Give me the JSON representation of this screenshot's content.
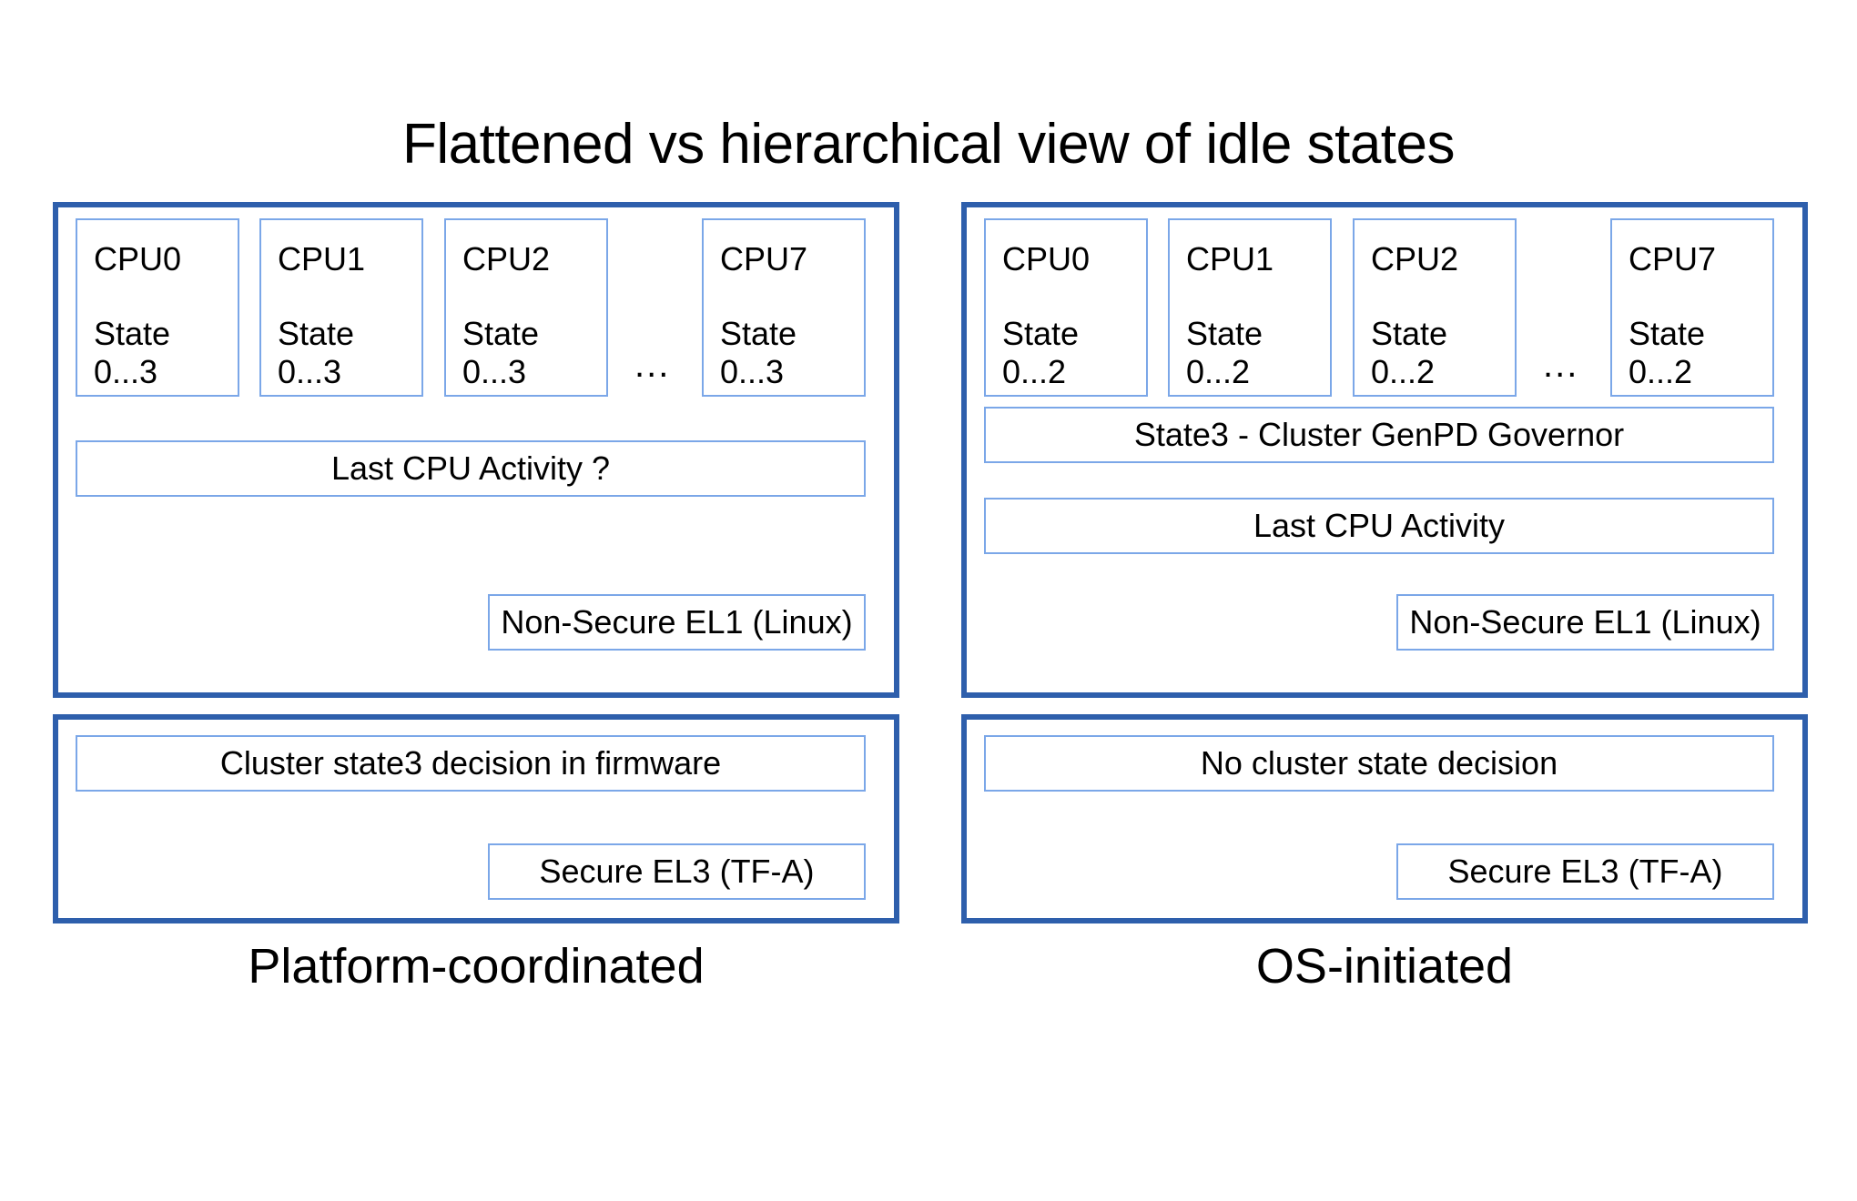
{
  "title": "Flattened vs hierarchical view of idle states",
  "colors": {
    "panel_border": "#2E5FAC",
    "box_border": "#7BA7E8",
    "background": "#FFFFFF",
    "text": "#000000"
  },
  "left": {
    "caption": "Platform-coordinated",
    "os_panel": {
      "cpus": [
        {
          "name": "CPU0",
          "state": "State\n0...3"
        },
        {
          "name": "CPU1",
          "state": "State\n0...3"
        },
        {
          "name": "CPU2",
          "state": "State\n0...3"
        },
        {
          "name": "CPU7",
          "state": "State\n0...3"
        }
      ],
      "ellipsis": "...",
      "rows": [
        "Last CPU Activity ?"
      ],
      "exception_level": "Non-Secure EL1 (Linux)"
    },
    "fw_panel": {
      "rows": [
        "Cluster state3 decision in firmware"
      ],
      "exception_level": "Secure EL3 (TF-A)"
    }
  },
  "right": {
    "caption": "OS-initiated",
    "os_panel": {
      "cpus": [
        {
          "name": "CPU0",
          "state": "State\n0...2"
        },
        {
          "name": "CPU1",
          "state": "State\n0...2"
        },
        {
          "name": "CPU2",
          "state": "State\n0...2"
        },
        {
          "name": "CPU7",
          "state": "State\n0...2"
        }
      ],
      "ellipsis": "...",
      "rows": [
        "State3 - Cluster GenPD Governor",
        "Last CPU Activity"
      ],
      "exception_level": "Non-Secure EL1 (Linux)"
    },
    "fw_panel": {
      "rows": [
        "No cluster state decision"
      ],
      "exception_level": "Secure EL3 (TF-A)"
    }
  }
}
